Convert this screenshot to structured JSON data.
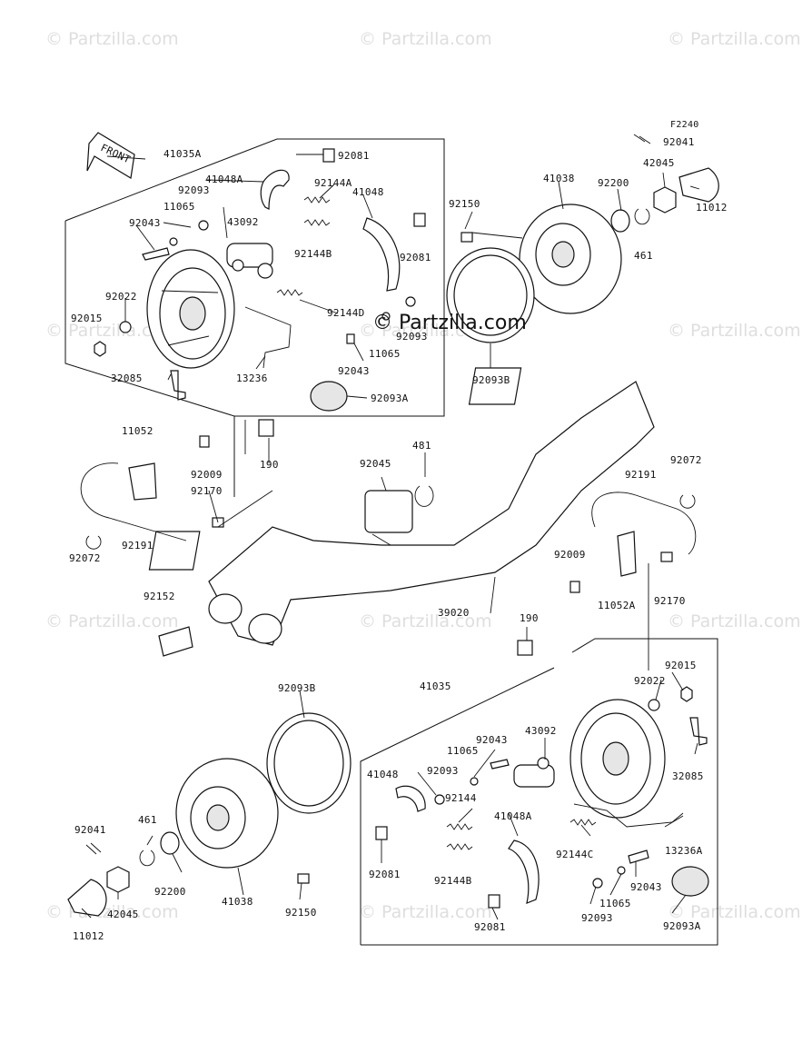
{
  "watermarks": [
    "© Partzilla.com",
    "© Partzilla.com",
    "© Partzilla.com",
    "© Partzilla.com",
    "© Partzilla.com",
    "© Partzilla.com",
    "© Partzilla.com",
    "© Partzilla.com",
    "© Partzilla.com",
    "© Partzilla.com",
    "© Partzilla.com",
    "© Partzilla.com"
  ],
  "center_watermark": "© Partzilla.com",
  "figure_code": "F2240",
  "front_label": "FRONT",
  "part_labels": [
    "41035A",
    "92081",
    "41048A",
    "92144A",
    "41048",
    "92093",
    "11065",
    "43092",
    "92043",
    "92144B",
    "92081",
    "92022",
    "92144D",
    "92015",
    "92093",
    "11065",
    "92043",
    "32085",
    "13236",
    "92093A",
    "92041",
    "42045",
    "41038",
    "92200",
    "11012",
    "92150",
    "461",
    "92093B",
    "11052",
    "190",
    "92009",
    "92170",
    "92191",
    "92072",
    "92045",
    "481",
    "92072",
    "92191",
    "92009",
    "11052A",
    "92170",
    "92152",
    "39020",
    "190",
    "41035",
    "92015",
    "92022",
    "92093B",
    "92043",
    "43092",
    "11065",
    "41048",
    "92093",
    "32085",
    "92144",
    "41048A",
    "92081",
    "92144B",
    "92144C",
    "13236A",
    "92043",
    "11065",
    "92093",
    "92093A",
    "92081",
    "92041",
    "461",
    "42045",
    "92200",
    "41038",
    "92150",
    "11012"
  ]
}
